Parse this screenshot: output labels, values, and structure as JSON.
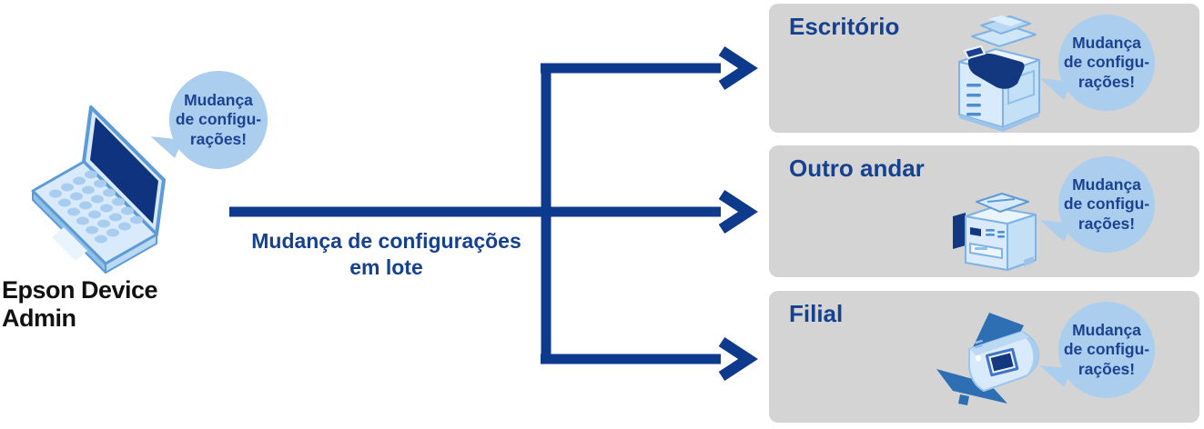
{
  "diagram": {
    "source": {
      "label": "Epson Device Admin",
      "bubble": [
        "Mudança",
        "de configu-",
        "rações!"
      ]
    },
    "flow_label": [
      "Mudança de configurações",
      "em lote"
    ],
    "destinations": [
      {
        "title": "Escritório",
        "device": "copier-icon",
        "bubble": [
          "Mudança",
          "de configu-",
          "rações!"
        ]
      },
      {
        "title": "Outro andar",
        "device": "printer-icon",
        "bubble": [
          "Mudança",
          "de configu-",
          "rações!"
        ]
      },
      {
        "title": "Filial",
        "device": "scanner-icon",
        "bubble": [
          "Mudança",
          "de configu-",
          "rações!"
        ]
      }
    ],
    "colors": {
      "arrow_navy": "#0d3a8c",
      "text_navy": "#15418f",
      "bubble_blue": "#abceef",
      "box_gray": "#d4d4d4",
      "device_light_blue": "#d8eafb",
      "device_mid_blue": "#2e6fb4",
      "device_navy": "#14387f",
      "source_label_black": "#111111"
    }
  }
}
